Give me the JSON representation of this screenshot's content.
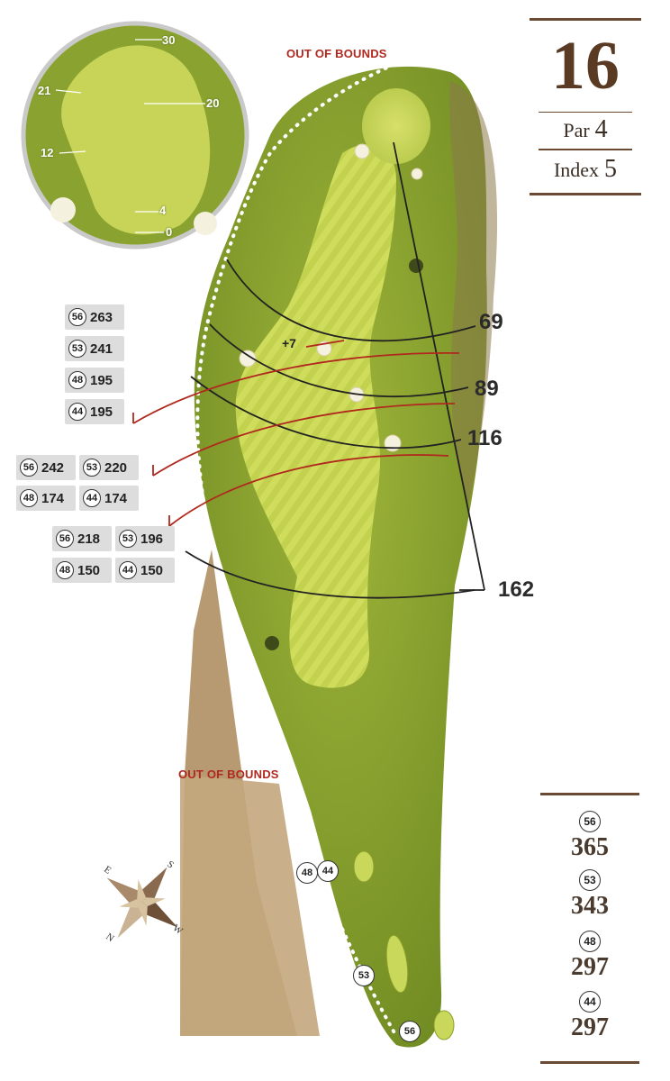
{
  "hole": {
    "number": "16",
    "par_label": "Par",
    "par": "4",
    "index_label": "Index",
    "index": "5"
  },
  "out_of_bounds": {
    "top": "OUT OF BOUNDS",
    "bottom": "OUT OF BOUNDS"
  },
  "distance_markers": [
    "69",
    "89",
    "116",
    "162"
  ],
  "bunker_carry": "+7",
  "green_depths": [
    "30",
    "21",
    "20",
    "12",
    "4",
    "0"
  ],
  "carry_groups": [
    [
      {
        "tee": "56",
        "yards": "263"
      },
      {
        "tee": "53",
        "yards": "241"
      },
      {
        "tee": "48",
        "yards": "195"
      },
      {
        "tee": "44",
        "yards": "195"
      }
    ],
    [
      {
        "tee": "56",
        "yards": "242"
      },
      {
        "tee": "53",
        "yards": "220"
      },
      {
        "tee": "48",
        "yards": "174"
      },
      {
        "tee": "44",
        "yards": "174"
      }
    ],
    [
      {
        "tee": "56",
        "yards": "218"
      },
      {
        "tee": "53",
        "yards": "196"
      },
      {
        "tee": "48",
        "yards": "150"
      },
      {
        "tee": "44",
        "yards": "150"
      }
    ]
  ],
  "tee_lengths": [
    {
      "tee": "56",
      "yards": "365"
    },
    {
      "tee": "53",
      "yards": "343"
    },
    {
      "tee": "48",
      "yards": "297"
    },
    {
      "tee": "44",
      "yards": "297"
    }
  ],
  "tee_markers": [
    "48",
    "44",
    "53",
    "56"
  ],
  "compass": [
    "S",
    "E",
    "W",
    "N"
  ],
  "colors": {
    "fairway": "#c6d454",
    "rough": "#7f9a2a",
    "out_of_bounds_text": "#b0281e",
    "header_brown": "#5a3a22",
    "sand": "#b79a72"
  }
}
